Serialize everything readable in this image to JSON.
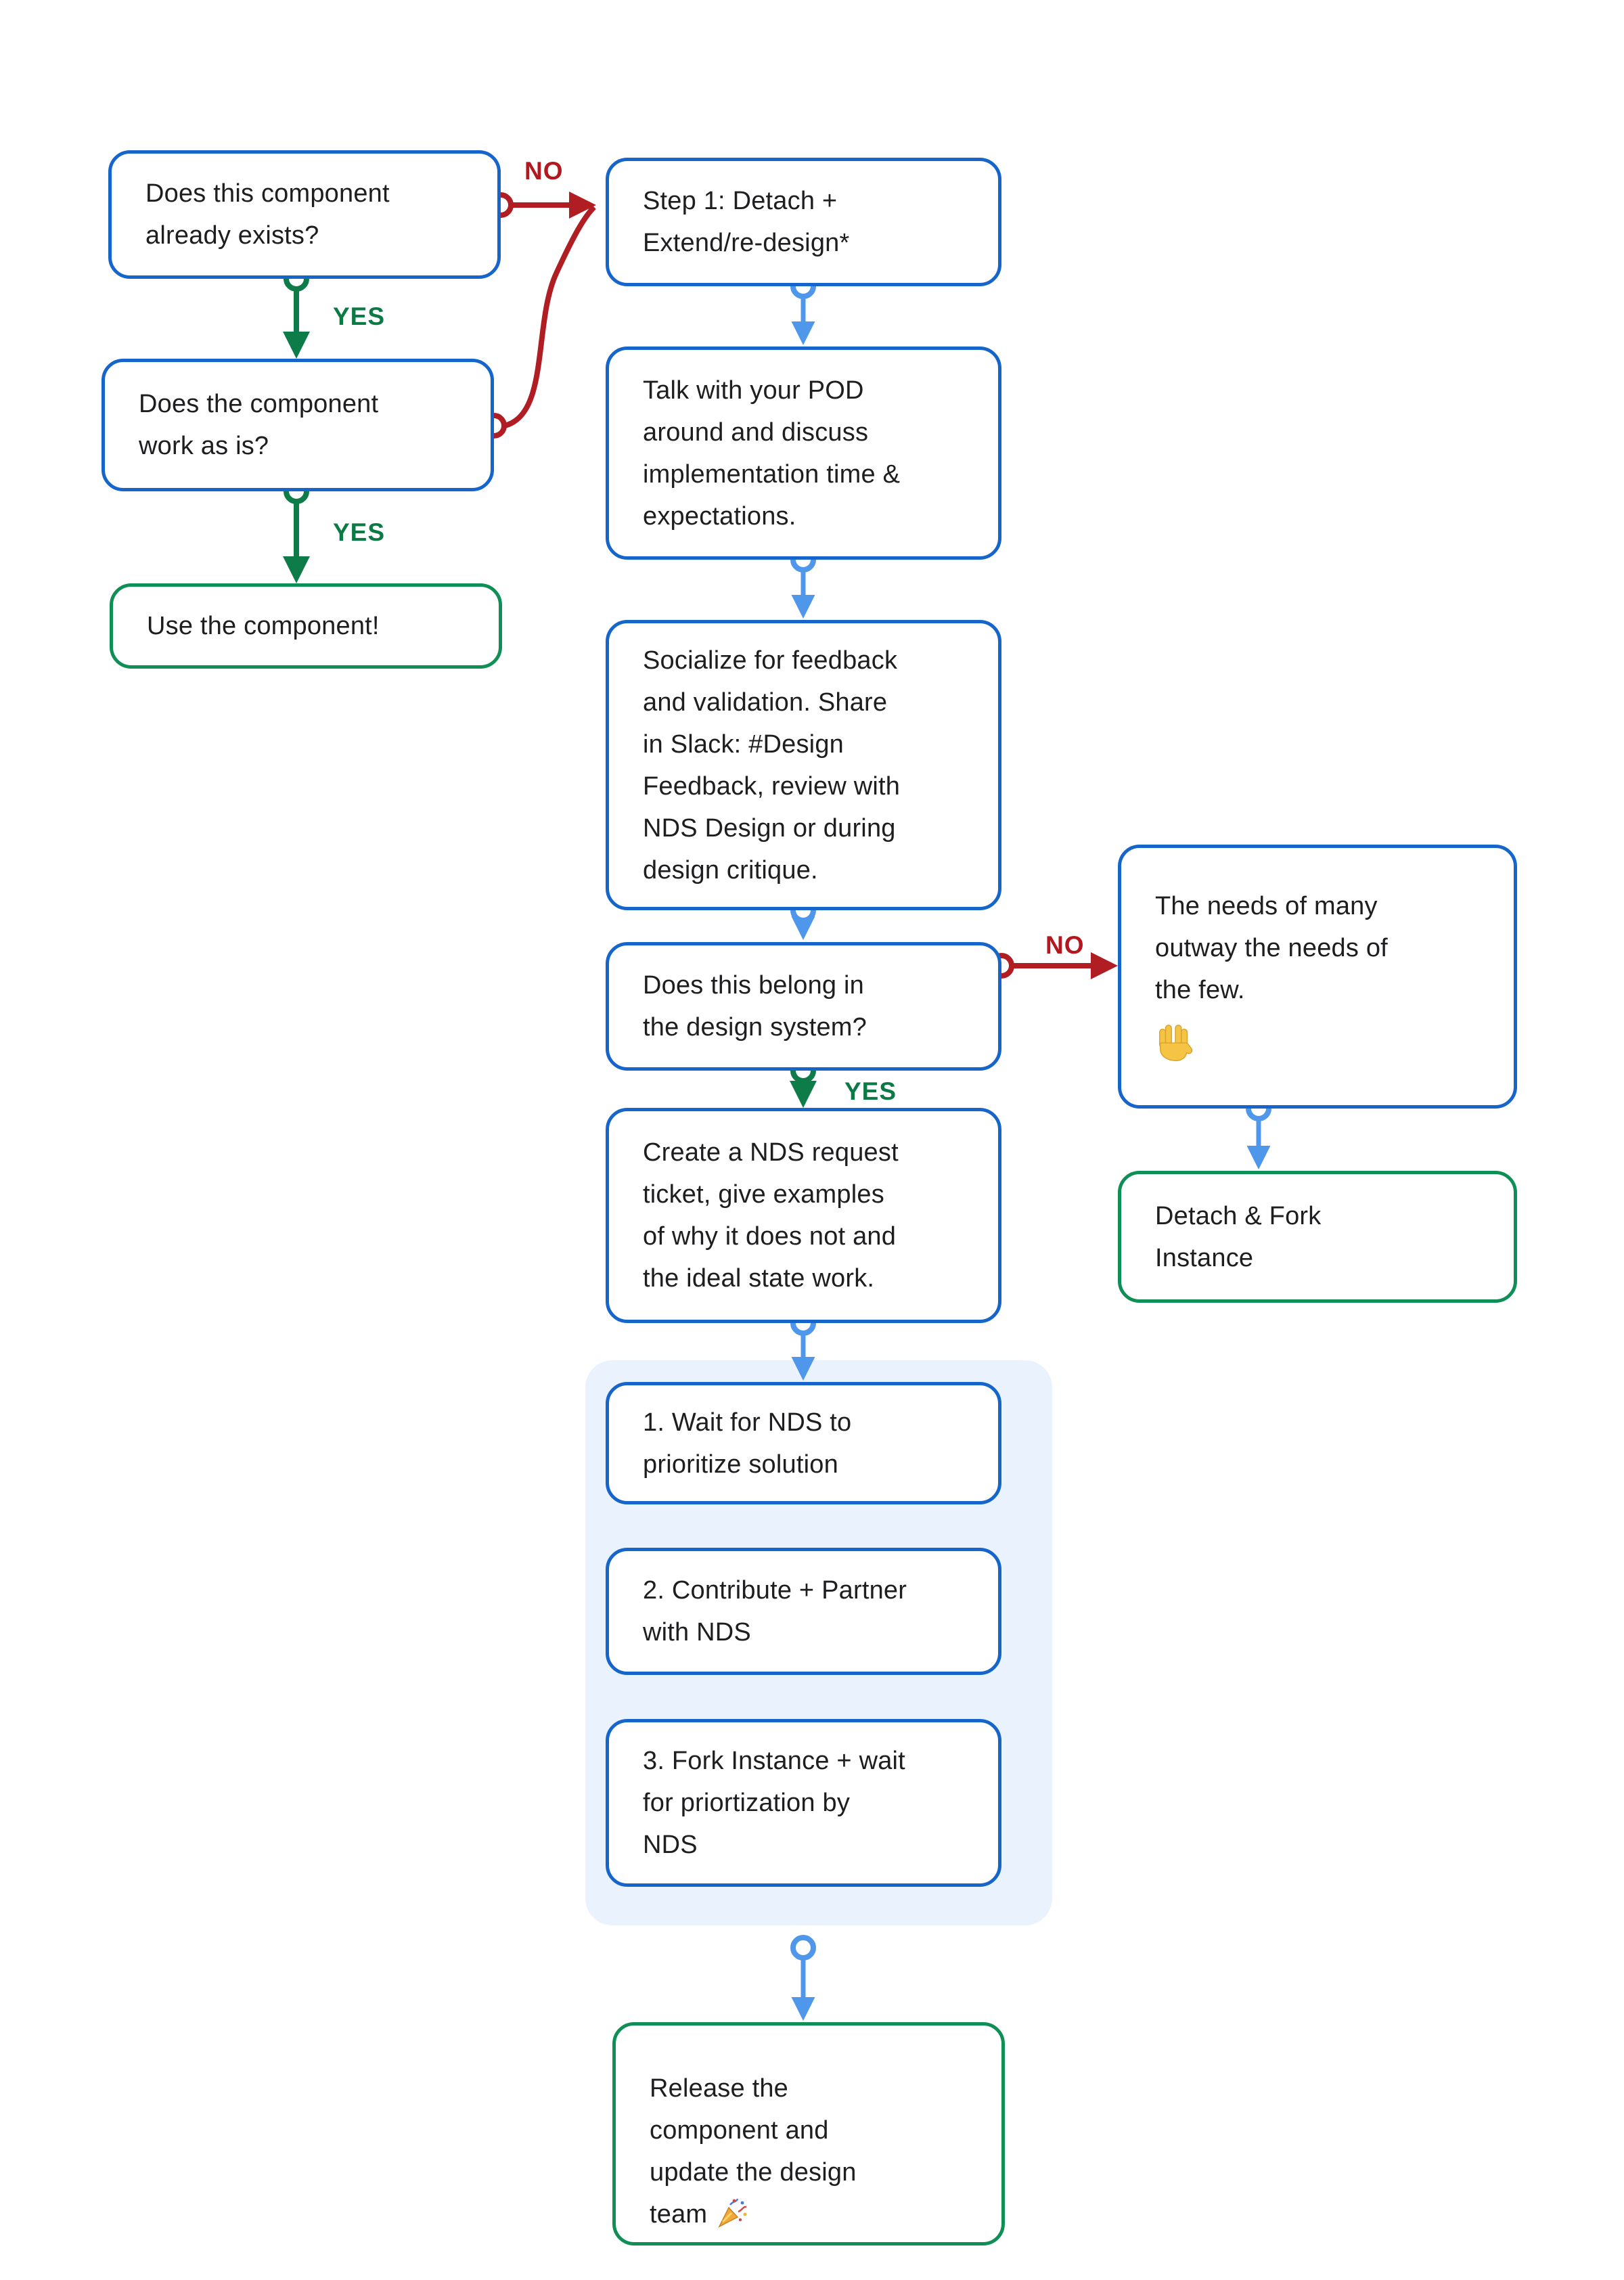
{
  "diagram": {
    "colors": {
      "box_border_blue": "#1565cb",
      "box_border_green": "#0f8f55",
      "arrow_light_blue": "#4f97eb",
      "arrow_green": "#0d7c49",
      "arrow_red": "#b01d22",
      "label_green": "#0c7a45",
      "label_red": "#b5171e",
      "panel_background": "#e9f2fd",
      "text": "#1e1e20",
      "background": "#ffffff"
    },
    "labels": {
      "exists_no": "NO",
      "exists_yes": "YES",
      "works_yes": "YES",
      "belong_no": "NO",
      "belong_yes": "YES"
    },
    "nodes": {
      "exists": {
        "text": "Does this component\nalready exists?"
      },
      "works": {
        "text": "Does the component\nwork as is?"
      },
      "use": {
        "text": "Use the component!"
      },
      "step1": {
        "text": "Step 1: Detach +\nExtend/re-design*"
      },
      "talk": {
        "text": "Talk with your POD\naround and discuss\nimplementation time &\nexpectations."
      },
      "socialize": {
        "text": "Socialize for feedback\nand validation. Share\nin Slack: #Design\nFeedback, review with\nNDS Design or during\ndesign critique."
      },
      "belong": {
        "text": "Does this belong in\nthe design system?"
      },
      "needs": {
        "text": "The needs of many\noutway the needs of\nthe few.",
        "icon": "vulcan-salute-icon"
      },
      "detach": {
        "text": "Detach & Fork\nInstance"
      },
      "create": {
        "text": "Create a NDS request\nticket, give examples\nof why it does not and\nthe ideal state work."
      },
      "wait": {
        "text": "1. Wait for NDS to\nprioritize solution"
      },
      "contribute": {
        "text": "2. Contribute + Partner\nwith NDS"
      },
      "fork": {
        "text": "3. Fork Instance + wait\nfor priortization by\nNDS"
      },
      "release": {
        "text": "Release the\ncomponent and\nupdate the design\nteam",
        "icon": "party-popper-icon"
      }
    }
  }
}
